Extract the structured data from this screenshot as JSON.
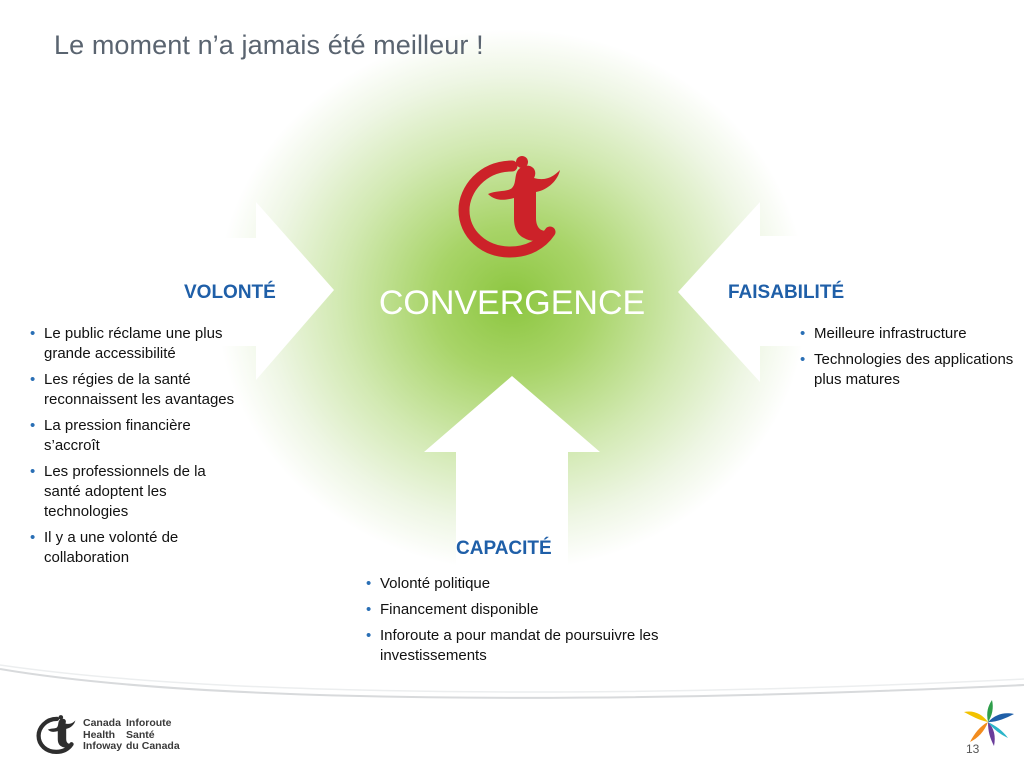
{
  "slide": {
    "title": "Le moment n’a jamais été meilleur !",
    "page_number": "13"
  },
  "center": {
    "label": "CONVERGENCE",
    "logo_icon": "infoway-swirl-icon",
    "logo_color": "#cc2229"
  },
  "volonte": {
    "heading": "VOLONTÉ",
    "bullets": [
      "Le public réclame une plus grande accessibilité",
      "Les régies de la santé reconnaissent les avantages",
      "La pression financière s’accroît",
      "Les professionnels de la santé adoptent les technologies",
      "Il y a une volonté de collaboration"
    ]
  },
  "faisabilite": {
    "heading": "FAISABILITÉ",
    "bullets": [
      "Meilleure infrastructure",
      "Technologies des applications plus matures"
    ]
  },
  "capacite": {
    "heading": "CAPACITÉ",
    "bullets": [
      "Volonté politique",
      "Financement disponible",
      "Inforoute a pour mandat de poursuivre les investissements"
    ]
  },
  "footer": {
    "logo_en": [
      "Canada",
      "Health",
      "Infoway"
    ],
    "logo_fr": [
      "Inforoute",
      "Santé",
      "du Canada"
    ],
    "partner_icon": "multicolor-star-icon"
  },
  "colors": {
    "heading_blue": "#1f5fa8",
    "glow_green": "#8cc63f",
    "title_gray": "#5a6470"
  }
}
